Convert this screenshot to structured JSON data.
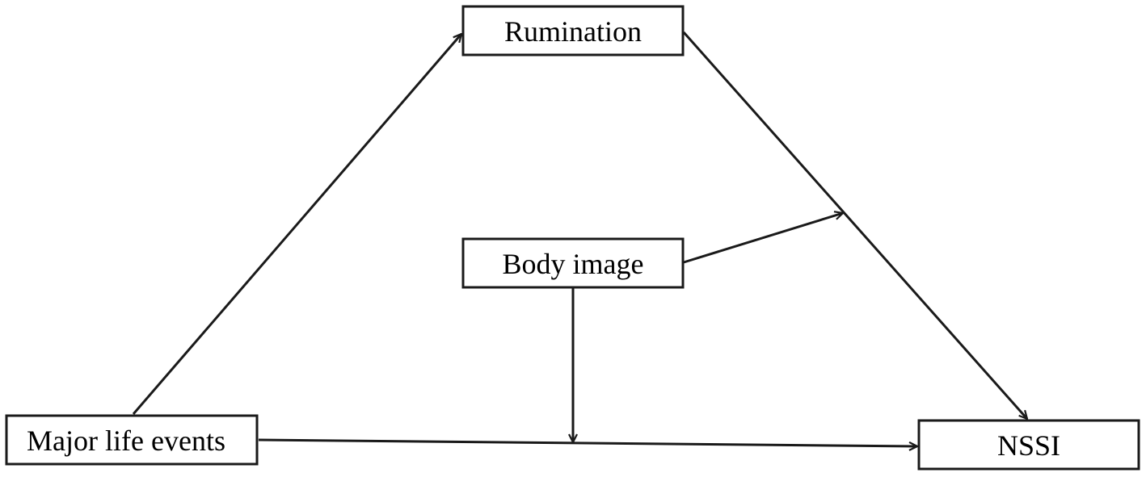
{
  "diagram": {
    "nodes": {
      "rumination": {
        "label": "Rumination"
      },
      "body_image": {
        "label": "Body image"
      },
      "major_life_events": {
        "label": "Major life events"
      },
      "nssi": {
        "label": "NSSI"
      }
    },
    "edges": [
      {
        "from": "Major life events",
        "to": "Rumination"
      },
      {
        "from": "Rumination",
        "to": "NSSI"
      },
      {
        "from": "Major life events",
        "to": "NSSI"
      },
      {
        "from": "Body image",
        "to": "path Rumination → NSSI"
      },
      {
        "from": "Body image",
        "to": "path Major life events → NSSI"
      }
    ],
    "colors": {
      "stroke": "#1a1a1a",
      "text": "#000000",
      "background": "#ffffff"
    }
  }
}
